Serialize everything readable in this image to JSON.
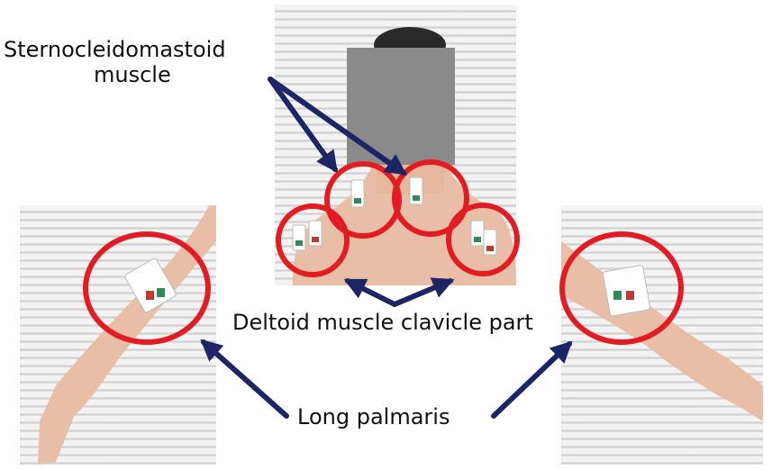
{
  "labels": {
    "sternocleidomastoid_line1": "Sternocleidomastoid",
    "sternocleidomastoid_line2": "muscle",
    "deltoid": "Deltoid muscle clavicle part",
    "palmaris": "Long palmaris"
  },
  "colors": {
    "circle": "#e31b23",
    "arrow": "#1c2566",
    "skin": "#e8bfa6",
    "censor": "#8a8a8a",
    "electrode_green": "#2e8b57",
    "electrode_red": "#c0392b"
  }
}
